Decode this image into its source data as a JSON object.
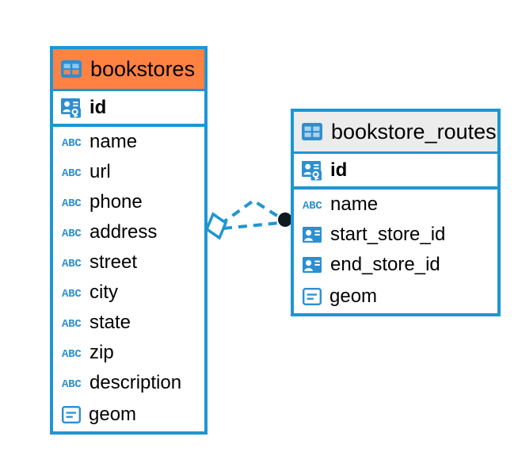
{
  "diagram": {
    "background": "#FFFFFF",
    "accent_blue": "#1E96D2",
    "selected_header_color": "#FF8242",
    "plain_header_color": "#ECECEC",
    "connector_color": "#1E96D2",
    "endpoint_dot_color": "#101820"
  },
  "tables": [
    {
      "name": "bookstores",
      "header_icon": "table-icon",
      "selected": true,
      "primary_key": {
        "label": "id",
        "icon": "primary-key-icon"
      },
      "fields": [
        {
          "label": "name",
          "icon": "text-abc-icon"
        },
        {
          "label": "url",
          "icon": "text-abc-icon"
        },
        {
          "label": "phone",
          "icon": "text-abc-icon"
        },
        {
          "label": "address",
          "icon": "text-abc-icon"
        },
        {
          "label": "street",
          "icon": "text-abc-icon"
        },
        {
          "label": "city",
          "icon": "text-abc-icon"
        },
        {
          "label": "state",
          "icon": "text-abc-icon"
        },
        {
          "label": "zip",
          "icon": "text-abc-icon"
        },
        {
          "label": "description",
          "icon": "text-abc-icon"
        },
        {
          "label": "geom",
          "icon": "geometry-icon"
        }
      ]
    },
    {
      "name": "bookstore_routes",
      "header_icon": "table-icon",
      "selected": false,
      "primary_key": {
        "label": "id",
        "icon": "primary-key-icon"
      },
      "fields": [
        {
          "label": "name",
          "icon": "text-abc-icon"
        },
        {
          "label": "start_store_id",
          "icon": "foreign-key-icon"
        },
        {
          "label": "end_store_id",
          "icon": "foreign-key-icon"
        },
        {
          "label": "geom",
          "icon": "geometry-icon"
        }
      ]
    }
  ],
  "relationships": [
    {
      "from_table": "bookstores",
      "to_table": "bookstore_routes",
      "from_marker": "diamond",
      "to_marker": "dot"
    },
    {
      "from_table": "bookstores",
      "to_table": "bookstore_routes",
      "from_marker": "diamond",
      "to_marker": "dot"
    }
  ]
}
